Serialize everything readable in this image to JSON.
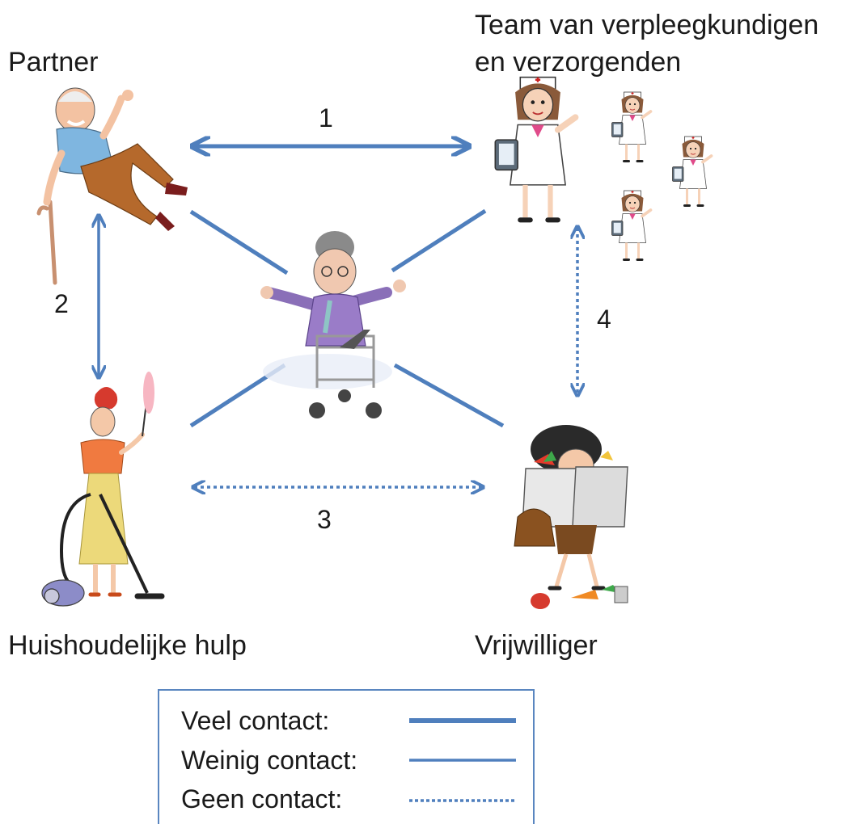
{
  "colors": {
    "line": "#4f7fbd",
    "legend_border": "#5a86c0",
    "text": "#1a1a1a"
  },
  "actors": {
    "partner": "Partner",
    "team_line1": "Team van verpleegkundigen",
    "team_line2": "en verzorgenden",
    "household_help": "Huishoudelijke hulp",
    "volunteer": "Vrijwilliger"
  },
  "edge_labels": {
    "e1": "1",
    "e2": "2",
    "e3": "3",
    "e4": "4"
  },
  "legend": {
    "much": "Veel contact:",
    "little": "Weinig contact:",
    "none": "Geen contact:"
  },
  "icons": {
    "partner": "elderly-man-with-cane-icon",
    "nurse": "nurse-with-clipboard-icon",
    "elderly": "elderly-woman-with-walker-icon",
    "household": "woman-with-vacuum-and-duster-icon",
    "volunteer": "woman-with-grocery-bags-icon"
  }
}
